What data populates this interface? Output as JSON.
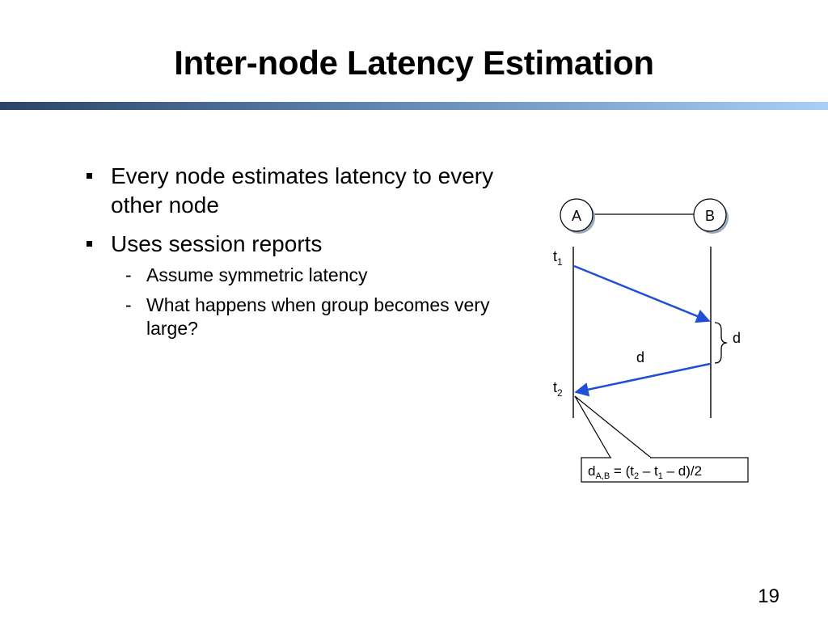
{
  "slide": {
    "title": "Inter-node Latency Estimation",
    "page_number": "19",
    "bullets": [
      {
        "text": "Every node estimates latency to every other node"
      },
      {
        "text": "Uses session reports",
        "sub": [
          {
            "marker": "-",
            "text": "Assume symmetric latency"
          },
          {
            "marker": "-",
            "text": "What happens when group becomes very large?"
          }
        ]
      }
    ]
  },
  "diagram": {
    "node_a": "A",
    "node_b": "B",
    "t1": {
      "base": "t",
      "sub": "1"
    },
    "t2": {
      "base": "t",
      "sub": "2"
    },
    "d_message": "d",
    "d_brace": "d",
    "formula": {
      "p1": "d",
      "s1": "A,B",
      "p2": " = (t",
      "s2": "2",
      "p3": " – t",
      "s3": "1",
      "p4": " – d)/2"
    }
  },
  "colors": {
    "arrow": "#1f4fd6",
    "title_bar_start": "#2a4466",
    "title_bar_end": "#a8d0f6",
    "node_shadow": "#9aa8bf"
  }
}
